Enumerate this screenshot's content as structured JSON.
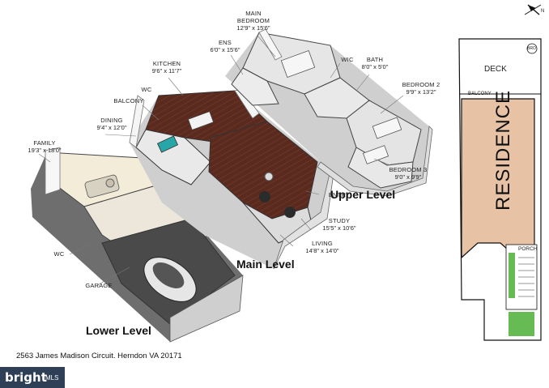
{
  "address": "2563 James Madison Circuit. Herndon VA 20171",
  "brand": {
    "name": "bright",
    "suffix": "MLS"
  },
  "compass": {
    "label": "N"
  },
  "levels": {
    "lower": "Lower Level",
    "main": "Main Level",
    "upper": "Upper Level"
  },
  "rooms": {
    "main_bedroom": {
      "name": "MAIN BEDROOM",
      "dims": "12'9\" x 15'6\""
    },
    "ens": {
      "name": "ENS",
      "dims": "6'0\" x 15'6\""
    },
    "wic": {
      "name": "WIC"
    },
    "bath": {
      "name": "BATH",
      "dims": "8'0\" x 5'0\""
    },
    "bedroom2": {
      "name": "BEDROOM 2",
      "dims": "9'9\" x 13'2\""
    },
    "bedroom3": {
      "name": "BEDROOM 3",
      "dims": "9'0\" x 9'9\""
    },
    "kitchen": {
      "name": "KITCHEN",
      "dims": "9'6\" x 11'7\""
    },
    "wc_main": {
      "name": "WC"
    },
    "balcony": {
      "name": "BALCONY"
    },
    "dining": {
      "name": "DINING",
      "dims": "9'4\" x 12'0\""
    },
    "family": {
      "name": "FAMILY",
      "dims": "19'3\" x 18'0\""
    },
    "entry": {
      "name": "ENTRY"
    },
    "study": {
      "name": "STUDY",
      "dims": "15'5\" x 10'6\""
    },
    "living": {
      "name": "LIVING",
      "dims": "14'8\" x 14'0\""
    },
    "wc_lower": {
      "name": "WC"
    },
    "garage": {
      "name": "GARAGE"
    }
  },
  "site_plan": {
    "deck": "DECK",
    "balcony": "BALCONY",
    "residence": "RESIDENCE",
    "porch": "PORCH",
    "marker": "BRO"
  }
}
